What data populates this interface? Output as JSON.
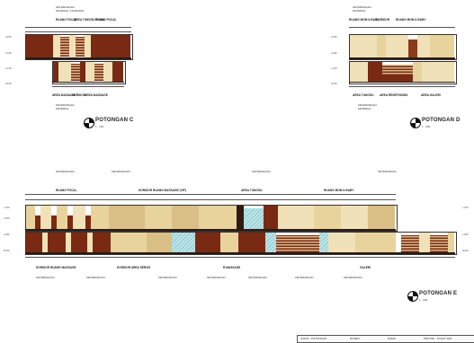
{
  "sections": [
    {
      "id": "c",
      "title": "POTONGAN C",
      "scale": "1 : 200",
      "room_labels": [
        "RUANG FOCAL",
        "AREA TUNGGU FOCAL",
        "RUANG FOCAL"
      ],
      "bottom_labels": [
        "AREA MASSAGE",
        "KORIDOR",
        "AREA MASSAGE"
      ]
    },
    {
      "id": "d",
      "title": "POTONGAN D",
      "scale": "1 : 200",
      "room_labels": [
        "RUANG MOM & BABY",
        "KORIDOR",
        "RUANG MOM & BABY"
      ],
      "bottom_labels": [
        "AREA TUNGGU",
        "AREA RESEPSIONIS",
        "AREA GALERI"
      ]
    },
    {
      "id": "e",
      "title": "POTONGAN E",
      "scale": "1 : 200",
      "room_labels": [
        "RUANG FOCAL",
        "KORIDOR RUANG MASSAGE (VIP)",
        "AREA TUNGGU",
        "RUANG MOM & BABY"
      ],
      "bottom_labels": [
        "KORIDOR RUANG MASSAGE",
        "KORIDOR AREA SERVIS",
        "R.MASSAGE",
        "GALERI"
      ]
    }
  ],
  "title_block": {
    "label": "JUDUL : POTONGAN",
    "text2": "DOSEN :",
    "text3": "NAMA :",
    "text4": "PROYEK : PUSAT SPA"
  },
  "colors": {
    "wall": "#7a2a12",
    "cream": "#f0e1b8",
    "glass": "#88c9cf"
  }
}
